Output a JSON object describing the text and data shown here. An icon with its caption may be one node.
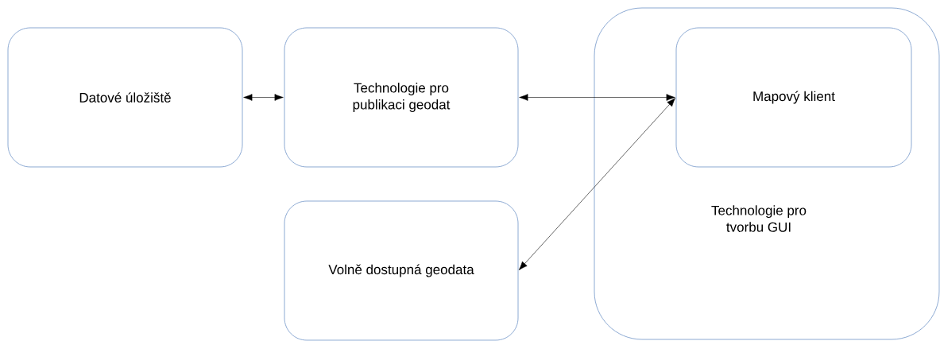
{
  "diagram": {
    "nodes": [
      {
        "text": [
          "Datové úložiště"
        ]
      },
      {
        "text": [
          "Technologie pro publikaci geodat"
        ]
      },
      {
        "text": [
          "Volně dostupná geodata"
        ]
      },
      {
        "text": [
          "Technologie pro tvorbu GUI"
        ]
      },
      {
        "text": [
          "Mapový klient"
        ],
        "in": 3
      }
    ],
    "edges": [
      {
        "from": 0,
        "to": 1,
        "arrow": "both"
      },
      {
        "from": 1,
        "to": 4,
        "arrow": "both"
      },
      {
        "from": 2,
        "to": 4,
        "arrow": "both"
      }
    ]
  }
}
